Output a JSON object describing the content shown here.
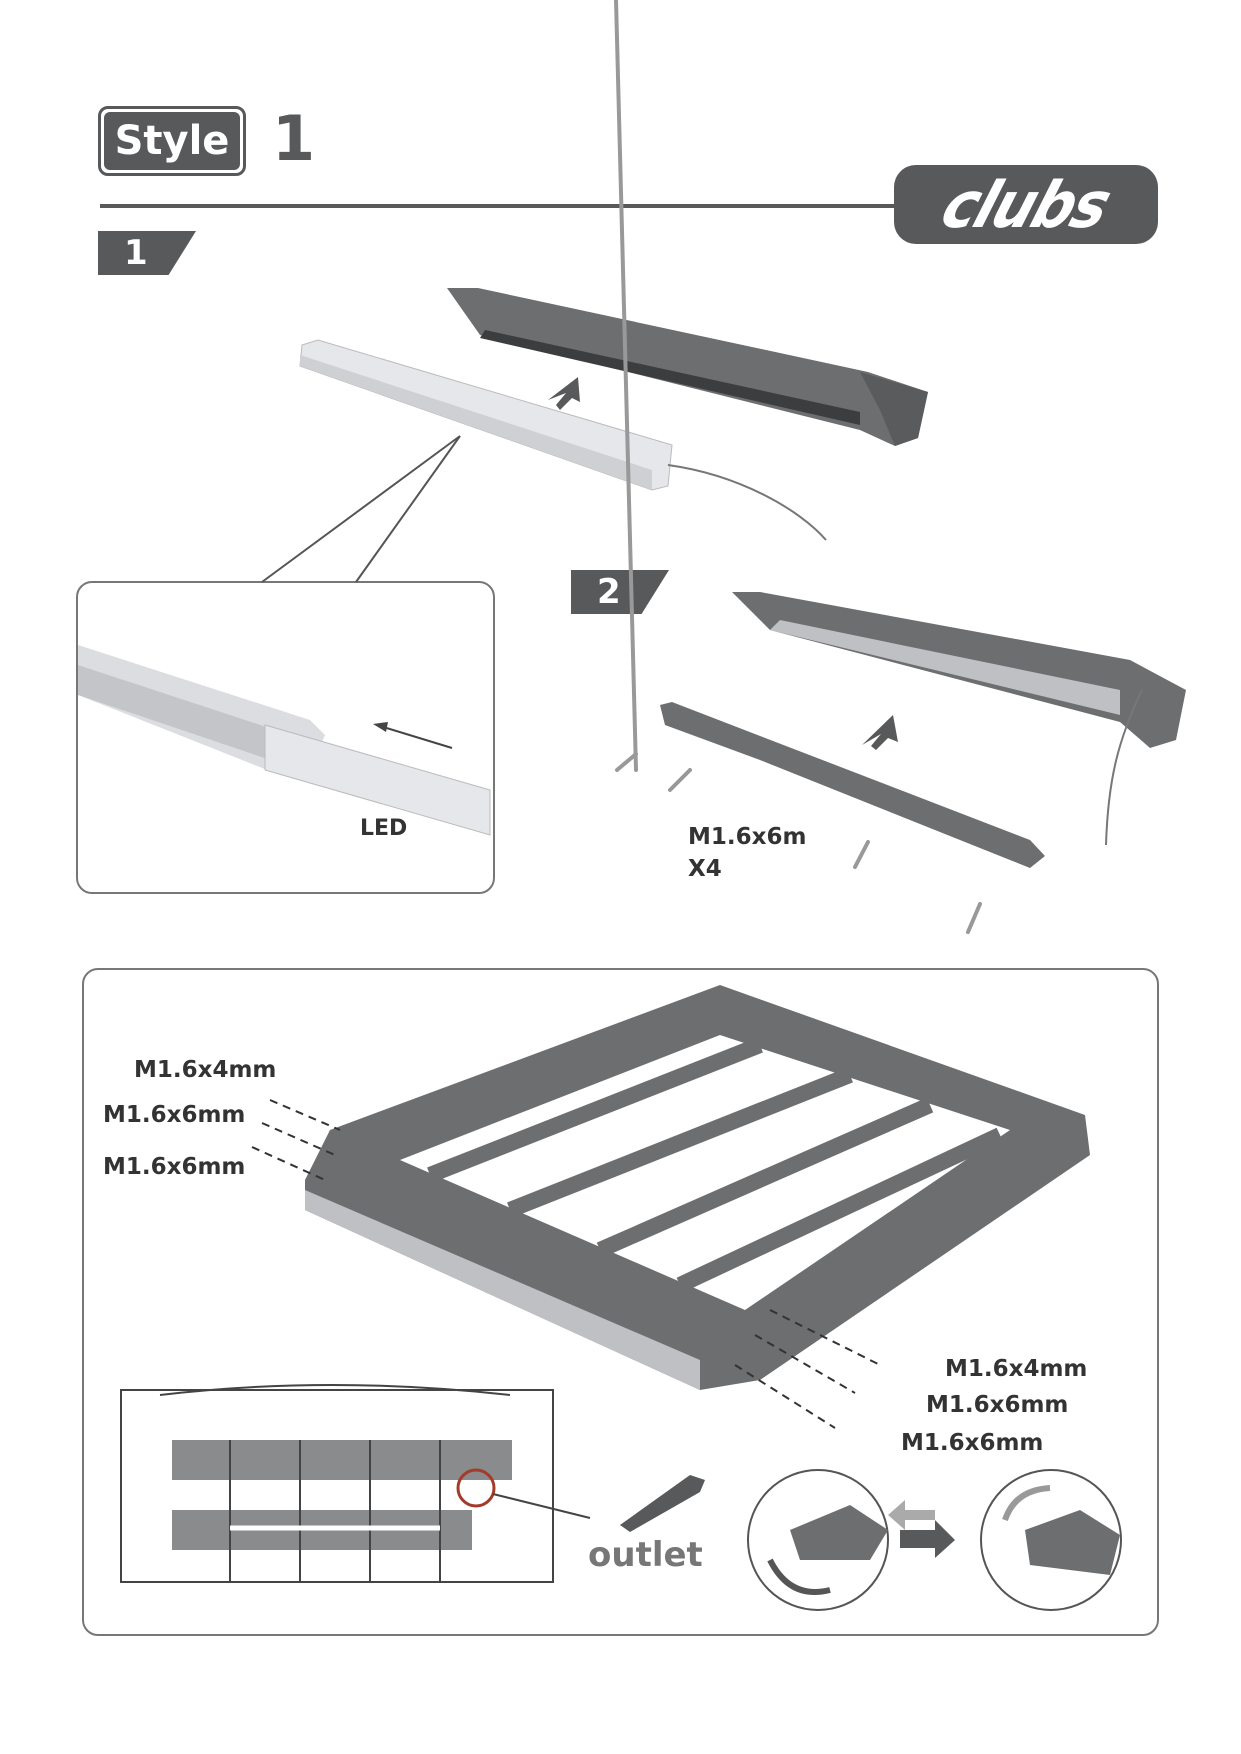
{
  "header": {
    "style_label": "Style",
    "style_number": "1",
    "brand_logo": "clubs"
  },
  "steps": [
    {
      "number": "1",
      "inset_label": "LED"
    },
    {
      "number": "2",
      "screw_spec": "M1.6x6m",
      "screw_qty": "X4"
    }
  ],
  "frame_assembly": {
    "left_screws": [
      "M1.6x4mm",
      "M1.6x6mm",
      "M1.6x6mm"
    ],
    "right_screws": [
      "M1.6x4mm",
      "M1.6x6mm",
      "M1.6x6mm"
    ],
    "outlet_label": "outlet"
  },
  "colors": {
    "primary_gray": "#58595b",
    "highlight_circle": "#a33a2a"
  }
}
